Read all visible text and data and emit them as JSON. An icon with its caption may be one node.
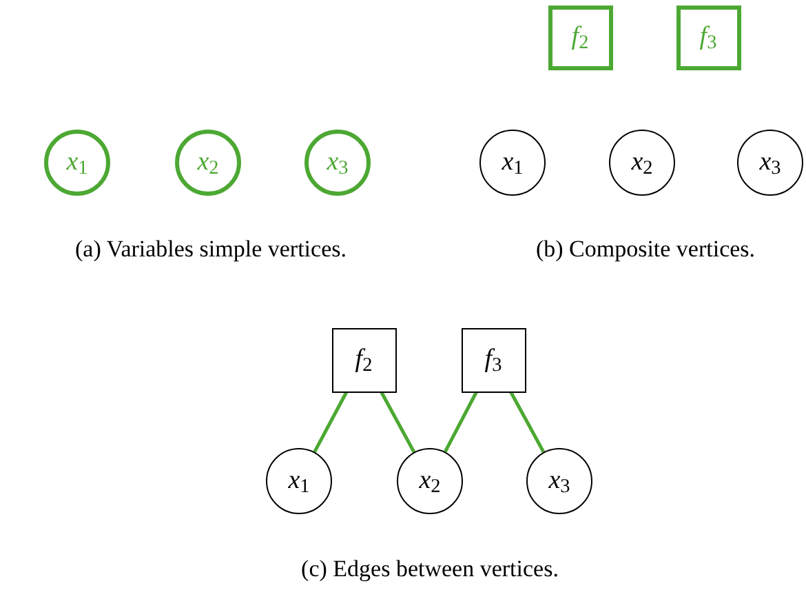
{
  "diagram": {
    "nodes": [
      {
        "text": [
          "*x*$_{1}$"
        ]
      },
      {
        "text": [
          "*x*$_{2}$"
        ]
      },
      {
        "text": [
          "*x*$_{3}$"
        ]
      },
      {
        "text": [
          "*f*$_{2}$"
        ]
      },
      {
        "text": [
          "*f*$_{3}$"
        ]
      },
      {
        "text": [
          "*x*$_{1}$"
        ]
      },
      {
        "text": [
          "*x*$_{2}$"
        ]
      },
      {
        "text": [
          "*x*$_{3}$"
        ]
      },
      {
        "text": [
          "*f*$_{2}$"
        ]
      },
      {
        "text": [
          "*f*$_{3}$"
        ]
      },
      {
        "text": [
          "*x*$_{1}$"
        ]
      },
      {
        "text": [
          "*x*$_{2}$"
        ]
      },
      {
        "text": [
          "*x*$_{3}$"
        ]
      }
    ],
    "edges": [
      {
        "from": 8,
        "to": 10,
        "arrow": "none"
      },
      {
        "from": 8,
        "to": 11,
        "arrow": "none"
      },
      {
        "from": 9,
        "to": 11,
        "arrow": "none"
      },
      {
        "from": 9,
        "to": 12,
        "arrow": "none"
      }
    ],
    "labels": [
      "(a) Variables simple vertices.",
      "(b) Composite vertices.",
      "(c) Edges between vertices."
    ]
  }
}
